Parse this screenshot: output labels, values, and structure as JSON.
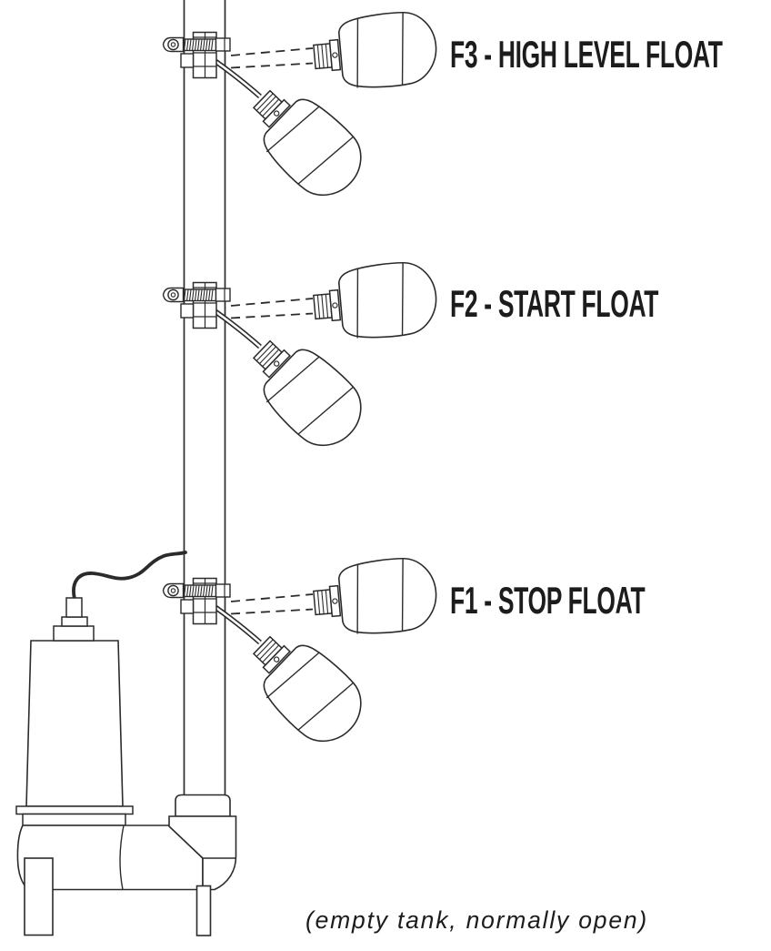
{
  "page": {
    "background": "#ffffff"
  },
  "drawing": {
    "line_color": "#2b2b2b",
    "text_color": "#1c1c1c",
    "parts": {
      "pipe": "vertical-discharge-pipe",
      "pump": "submersible-pump",
      "cord": "pump-power-cord",
      "clamp": "pipe-clamp-float-bracket",
      "raised_float": "float-switch-raised-position",
      "hanging_float": "float-switch-hanging-position",
      "tether": "dashed-tether-lines"
    }
  },
  "floats": [
    {
      "id": "F3",
      "label": "F3 - HIGH LEVEL FLOAT"
    },
    {
      "id": "F2",
      "label": "F2 - START FLOAT"
    },
    {
      "id": "F1",
      "label": "F1 - STOP FLOAT"
    }
  ],
  "caption": "(empty tank, normally open)"
}
